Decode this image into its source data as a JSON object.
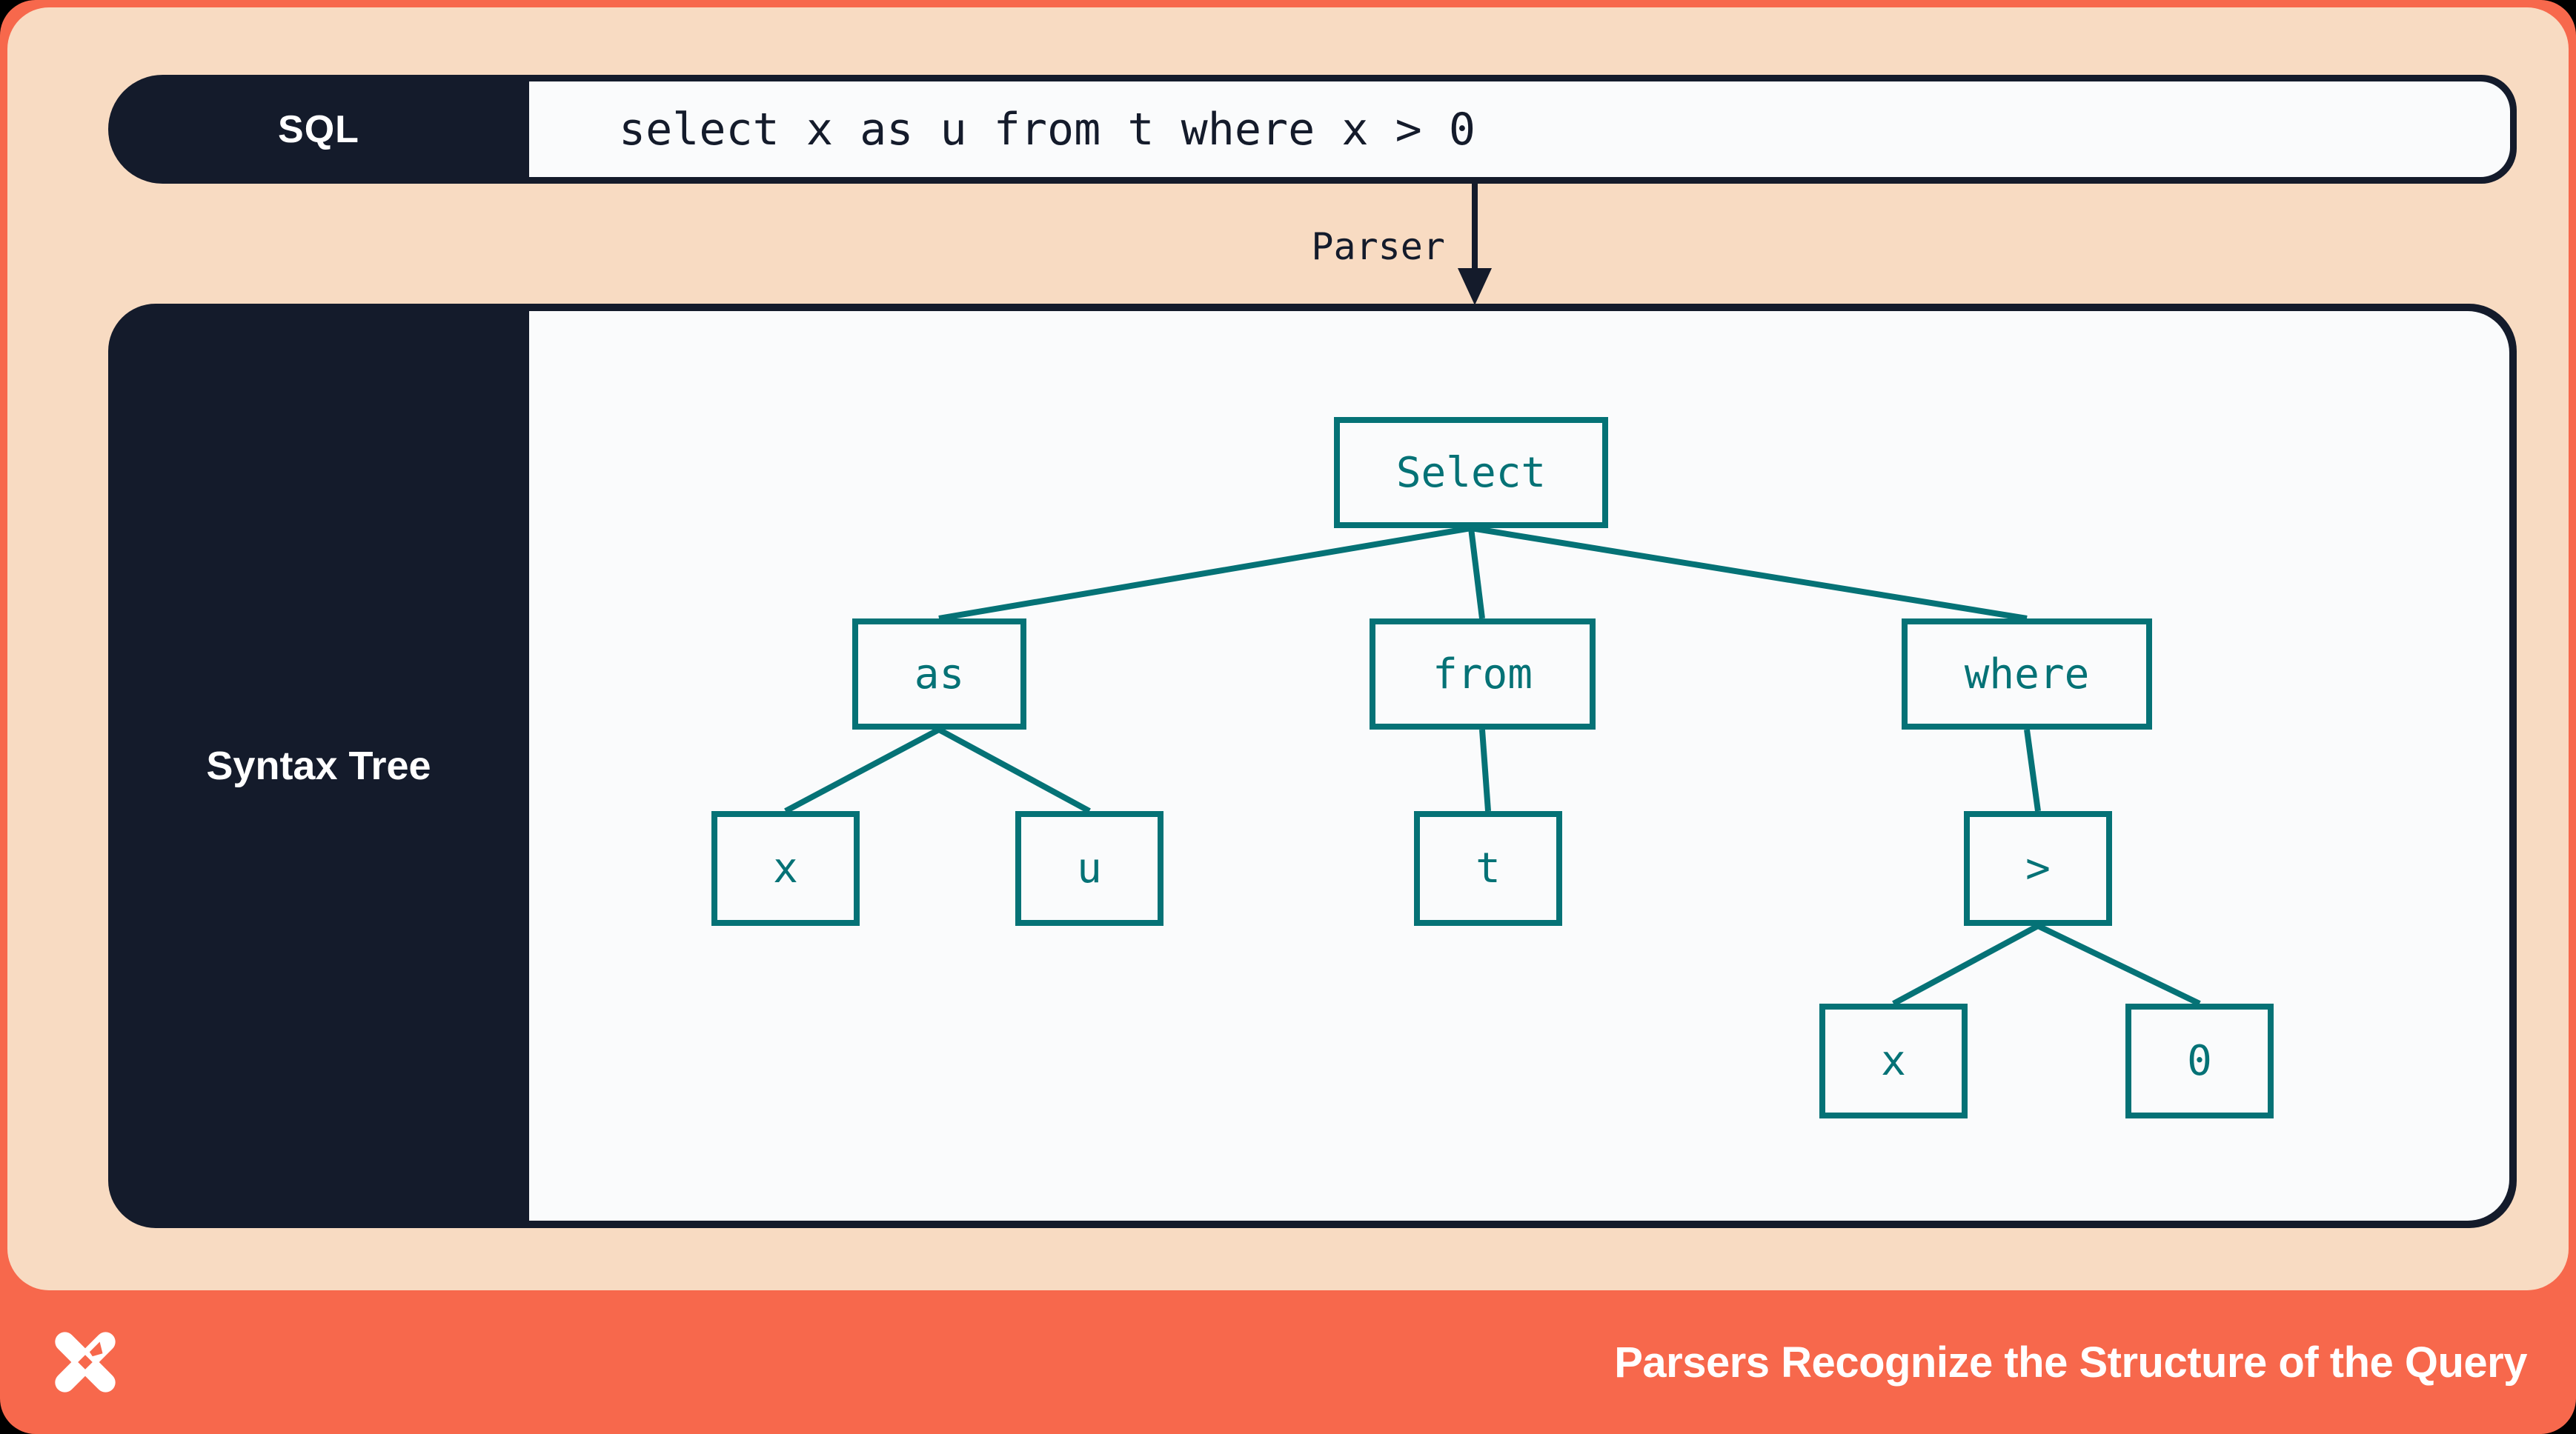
{
  "colors": {
    "coral": "#f7684c",
    "peach": "#f8dbc2",
    "navy": "#141b2b",
    "teal": "#057276",
    "offwhite": "#fafbfc",
    "white": "#ffffff"
  },
  "sql_bar": {
    "label": "SQL",
    "code": "select x as u from t where x > 0"
  },
  "parser": {
    "label": "Parser"
  },
  "syntax_tree": {
    "label": "Syntax Tree",
    "nodes": {
      "select": "Select",
      "as": "as",
      "x1": "x",
      "u": "u",
      "from": "from",
      "t": "t",
      "where": "where",
      "gt": ">",
      "x2": "x",
      "zero": "0"
    },
    "edges": [
      [
        "select",
        "as"
      ],
      [
        "select",
        "from"
      ],
      [
        "select",
        "where"
      ],
      [
        "as",
        "x1"
      ],
      [
        "as",
        "u"
      ],
      [
        "from",
        "t"
      ],
      [
        "where",
        "gt"
      ],
      [
        "gt",
        "x2"
      ],
      [
        "gt",
        "zero"
      ]
    ]
  },
  "footer": {
    "logo": "dbt-logo",
    "title": "Parsers Recognize the Structure of the Query"
  }
}
